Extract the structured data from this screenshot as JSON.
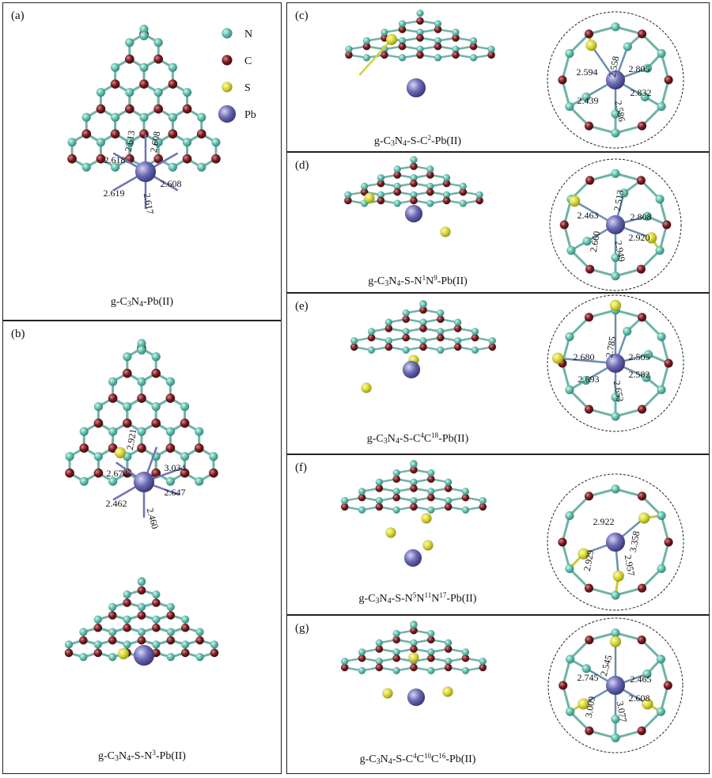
{
  "legend": [
    {
      "label": "N",
      "color": "#5fbfae"
    },
    {
      "label": "C",
      "color": "#7a1a1f"
    },
    {
      "label": "S",
      "color": "#d8d83a"
    },
    {
      "label": "Pb",
      "color": "#6b69b3"
    }
  ],
  "panels": {
    "a": {
      "label": "(a)",
      "caption_parts": [
        "g-C",
        "3",
        "N",
        "4",
        "-Pb(II)"
      ],
      "bonds": [
        "2.613",
        "2.608",
        "2.618",
        "2.608",
        "2.619",
        "2.617"
      ]
    },
    "b": {
      "label": "(b)",
      "caption_parts": [
        "g-C",
        "3",
        "N",
        "4",
        "-S-N",
        "3",
        "-Pb(II)"
      ],
      "bonds": [
        "2.921",
        "3.034",
        "2.674",
        "2.647",
        "2.462",
        "2.460"
      ]
    },
    "c": {
      "label": "(c)",
      "caption_parts": [
        "g-C",
        "3",
        "N",
        "4",
        "-S-C",
        "2",
        "-Pb(II)"
      ],
      "bonds": [
        "2.558",
        "2.805",
        "2.594",
        "2.832",
        "2.439",
        "2.586"
      ]
    },
    "d": {
      "label": "(d)",
      "caption_parts": [
        "g-C",
        "3",
        "N",
        "4",
        "-S-N",
        "1",
        "N",
        "9",
        "-Pb(II)"
      ],
      "bonds": [
        "2.513",
        "2.808",
        "2.463",
        "2.920",
        "2.660",
        "2.949"
      ]
    },
    "e": {
      "label": "(e)",
      "caption_parts": [
        "g-C",
        "3",
        "N",
        "4",
        "-S-C",
        "4",
        "C",
        "18",
        "-Pb(II)"
      ],
      "bonds": [
        "2.785",
        "2.505",
        "2.680",
        "2.582",
        "2.693",
        "2.653"
      ]
    },
    "f": {
      "label": "(f)",
      "caption_parts": [
        "g-C",
        "3",
        "N",
        "4",
        "-S-N",
        "5",
        "N",
        "11",
        "N",
        "17",
        "-Pb(II)"
      ],
      "bonds": [
        "2.922",
        "3.358",
        "2.929",
        "2.957"
      ]
    },
    "g": {
      "label": "(g)",
      "caption_parts": [
        "g-C",
        "3",
        "N",
        "4",
        "-S-C",
        "4",
        "C",
        "10",
        "C",
        "16",
        "-Pb(II)"
      ],
      "bonds": [
        "2.545",
        "2.465",
        "2.745",
        "2.608",
        "3.009",
        "3.077"
      ]
    }
  }
}
